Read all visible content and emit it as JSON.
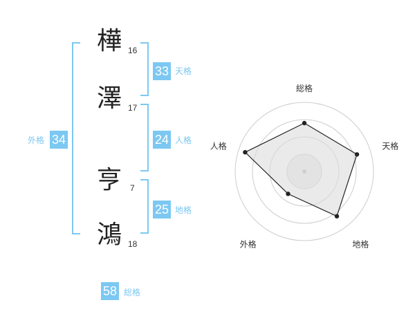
{
  "name": {
    "chars": [
      {
        "char": "樺",
        "strokes": "16"
      },
      {
        "char": "澤",
        "strokes": "17"
      },
      {
        "char": "亨",
        "strokes": "7"
      },
      {
        "char": "鴻",
        "strokes": "18"
      }
    ]
  },
  "kaku": {
    "tenkaku": {
      "value": "33",
      "label": "天格"
    },
    "jinkaku": {
      "value": "24",
      "label": "人格"
    },
    "chikaku": {
      "value": "25",
      "label": "地格"
    },
    "gaikaku": {
      "value": "34",
      "label": "外格"
    },
    "soukaku": {
      "value": "58",
      "label": "総格"
    }
  },
  "chart_data": {
    "type": "radar",
    "categories": [
      "総格",
      "天格",
      "地格",
      "外格",
      "人格"
    ],
    "values": [
      3.5,
      4,
      4,
      2,
      4.5
    ],
    "rmax": 5,
    "rings": 4,
    "colors": {
      "fill": "#dcdcdc",
      "line": "#222222",
      "point": "#222222",
      "grid": "#cccccc"
    }
  },
  "colors": {
    "accent": "#7cc8f2"
  }
}
